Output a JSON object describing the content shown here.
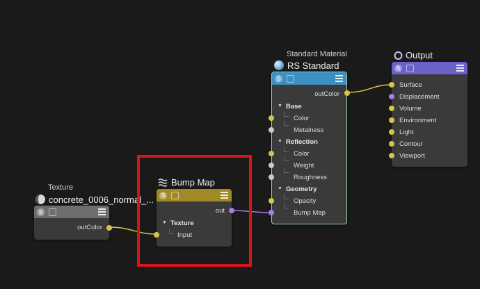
{
  "colors": {
    "background": "#1a1a1a",
    "texture_header": "#6e6e6e",
    "bump_header": "#a18a25",
    "material_header": "#3b8fc1",
    "output_header": "#6a62c9",
    "port_yellow": "#d6c44a",
    "port_purple": "#a57ee0",
    "highlight": "#d8141b"
  },
  "texture_node": {
    "caption": "Texture",
    "title": "concrete_0006_normal_...",
    "icon": "texture-sphere-icon",
    "output_label": "outColor"
  },
  "bump_node": {
    "title": "Bump Map",
    "icon": "bump-waves-icon",
    "output_label": "out",
    "section_label": "Texture",
    "input_label": "Input"
  },
  "material_node": {
    "caption": "Standard Material",
    "title": "RS Standard",
    "icon": "material-sphere-icon",
    "output_label": "outColor",
    "sections": {
      "base": "Base",
      "base_color": "Color",
      "base_metalness": "Metalness",
      "reflection": "Reflection",
      "refl_color": "Color",
      "refl_weight": "Weight",
      "refl_roughness": "Roughness",
      "geometry": "Geometry",
      "geo_opacity": "Opacity",
      "geo_bump": "Bump Map"
    }
  },
  "output_node": {
    "title": "Output",
    "icon": "output-ring-icon",
    "inputs": [
      "Surface",
      "Displacement",
      "Volume",
      "Environment",
      "Light",
      "Contour",
      "Viewport"
    ]
  }
}
